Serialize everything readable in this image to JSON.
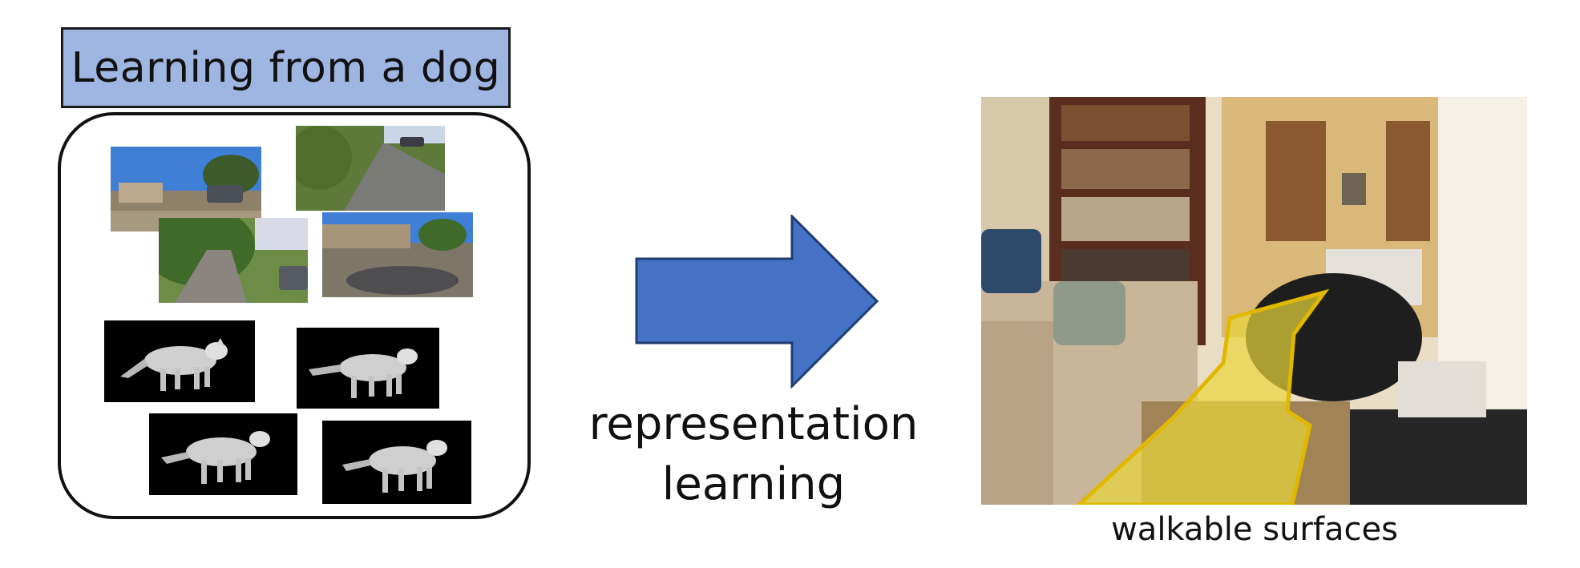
{
  "title": "Learning from a dog",
  "arrow_label": {
    "line1": "representation",
    "line2": "learning"
  },
  "result_label": "walkable surfaces",
  "colors": {
    "title_fill": "#9fb6e2",
    "arrow_fill": "#4472c4",
    "walkable_highlight": "#e8d53a"
  },
  "icons": {
    "arrow": "right-arrow-icon",
    "photos": "outdoor-photo-icon",
    "renders": "dog-render-icon"
  }
}
